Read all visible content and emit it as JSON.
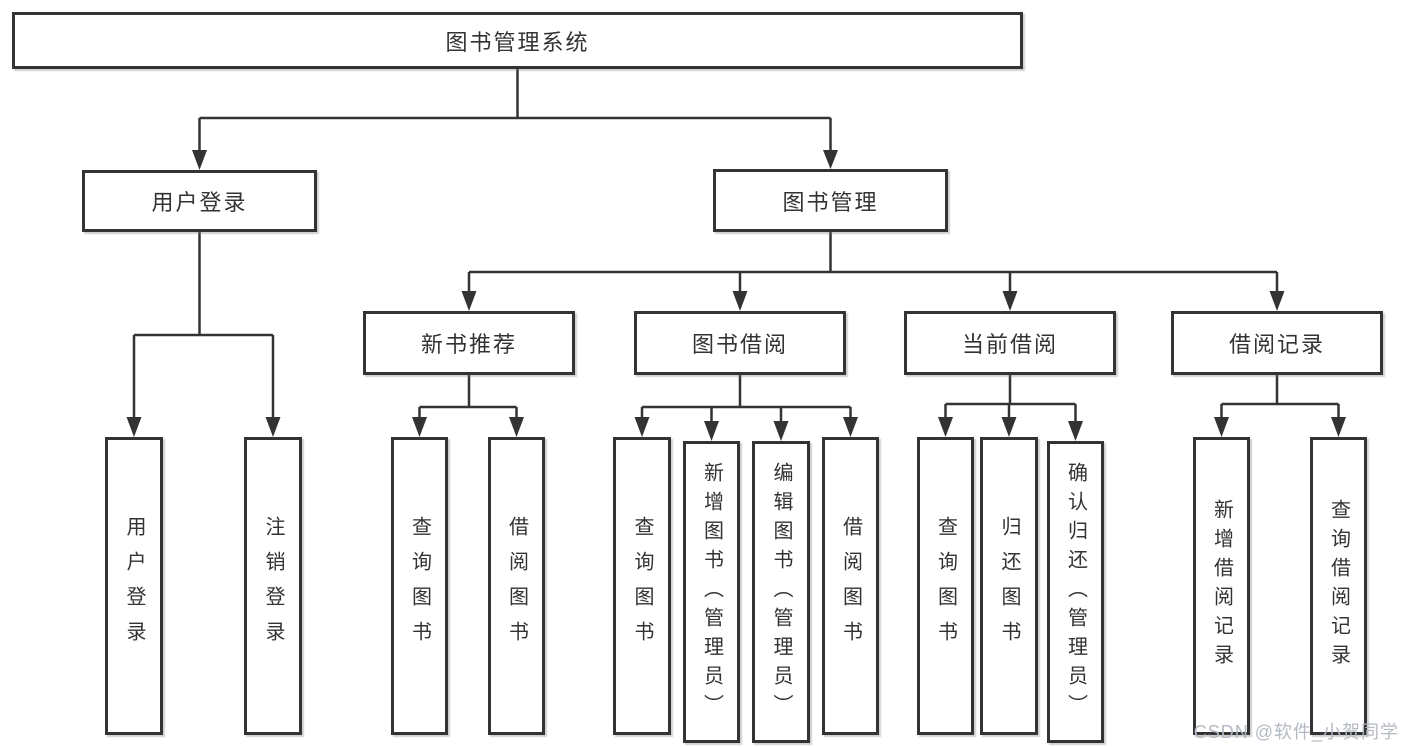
{
  "diagram_title": "图书管理系统",
  "root": {
    "label": "图书管理系统"
  },
  "level2": {
    "user_login": {
      "label": "用户登录"
    },
    "book_management": {
      "label": "图书管理"
    }
  },
  "level3": {
    "new_book_recommend": {
      "label": "新书推荐"
    },
    "book_borrow": {
      "label": "图书借阅"
    },
    "current_borrow": {
      "label": "当前借阅"
    },
    "borrow_records": {
      "label": "借阅记录"
    }
  },
  "leaves": {
    "user_login_leaf": {
      "label": "用户登录"
    },
    "logout": {
      "label": "注销登录"
    },
    "recommend_query_books": {
      "label": "查询图书"
    },
    "recommend_borrow_books": {
      "label": "借阅图书"
    },
    "borrow_query_books": {
      "label": "查询图书"
    },
    "add_books_admin": {
      "label": "新增图书（管理员）"
    },
    "edit_books_admin": {
      "label": "编辑图书（管理员）"
    },
    "borrow_borrow_books": {
      "label": "借阅图书"
    },
    "current_query_books": {
      "label": "查询图书"
    },
    "return_books": {
      "label": "归还图书"
    },
    "confirm_return_admin": {
      "label": "确认归还（管理员）"
    },
    "add_borrow_record": {
      "label": "新增借阅记录"
    },
    "query_borrow_record": {
      "label": "查询借阅记录"
    }
  },
  "watermark": "CSDN @软件_小贺同学",
  "colors": {
    "line": "#333333",
    "box_border": "#333333",
    "box_background": "#ffffff",
    "text": "#333333",
    "watermark_text": "#b4bac3"
  }
}
